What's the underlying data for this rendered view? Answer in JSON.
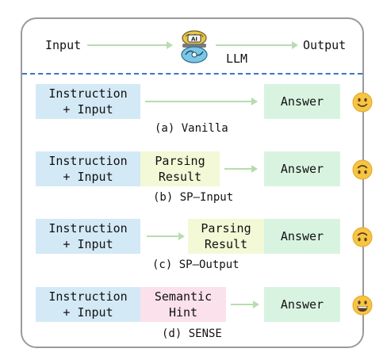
{
  "header": {
    "input_label": "Input",
    "llm_label": "LLM",
    "output_label": "Output",
    "llm_icon": "brain-robot-icon"
  },
  "rows": [
    {
      "instruction_line1": "Instruction",
      "instruction_line2": "+ Input",
      "answer": "Answer",
      "caption": "(a) Vanilla",
      "emoji": "slightly-smiling-face-icon"
    },
    {
      "instruction_line1": "Instruction",
      "instruction_line2": "+ Input",
      "middle_line1": "Parsing",
      "middle_line2": "Result",
      "answer": "Answer",
      "caption": "(b) SP–Input",
      "emoji": "upside-down-face-icon"
    },
    {
      "instruction_line1": "Instruction",
      "instruction_line2": "+ Input",
      "middle_line1": "Parsing",
      "middle_line2": "Result",
      "answer": "Answer",
      "caption": "(c) SP–Output",
      "emoji": "upside-down-face-icon"
    },
    {
      "instruction_line1": "Instruction",
      "instruction_line2": "+ Input",
      "middle_line1": "Semantic",
      "middle_line2": "Hint",
      "answer": "Answer",
      "caption": "(d) SENSE",
      "emoji": "grinning-face-icon"
    }
  ],
  "colors": {
    "instruction_box": "#d4e9f6",
    "answer_box": "#d9f3e1",
    "parsing_box": "#f3f8d6",
    "hint_box": "#fbe1ec",
    "arrow": "#b8dcb0",
    "divider": "#3b73c8",
    "frame": "#9a9a9a"
  }
}
